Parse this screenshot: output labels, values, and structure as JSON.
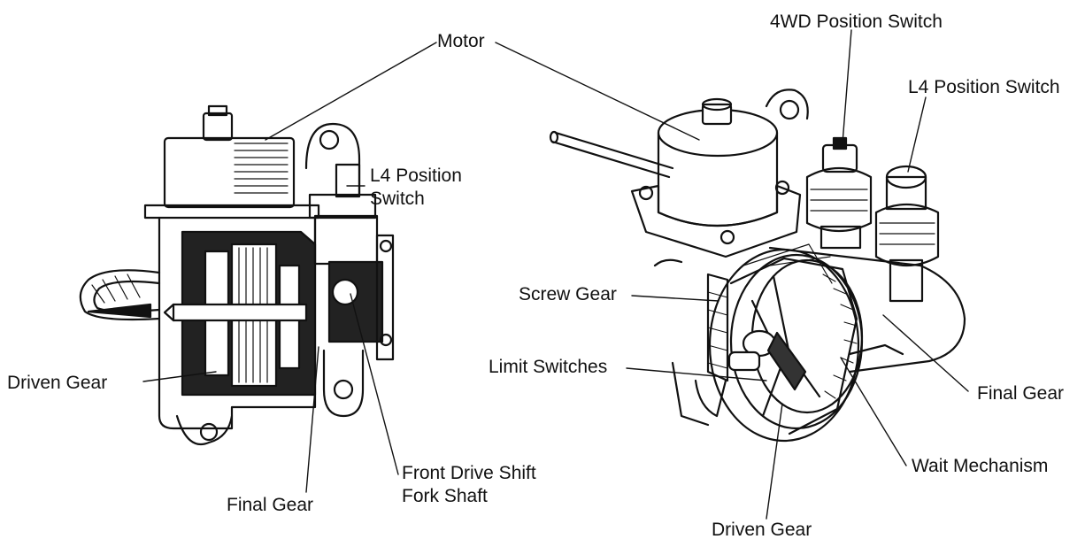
{
  "labels": {
    "motor": "Motor",
    "wd4_position_switch": "4WD Position Switch",
    "l4_position_switch_right": "L4 Position Switch",
    "l4_position_switch_left_line1": "L4 Position",
    "l4_position_switch_left_line2": "Switch",
    "screw_gear": "Screw Gear",
    "limit_switches": "Limit Switches",
    "final_gear_right": "Final Gear",
    "wait_mechanism": "Wait Mechanism",
    "driven_gear_bottom": "Driven Gear",
    "driven_gear_left": "Driven Gear",
    "final_gear_left": "Final Gear",
    "front_drive_line1": "Front Drive Shift",
    "front_drive_line2": "Fork Shaft"
  },
  "colors": {
    "ink": "#111111",
    "background": "#ffffff"
  }
}
